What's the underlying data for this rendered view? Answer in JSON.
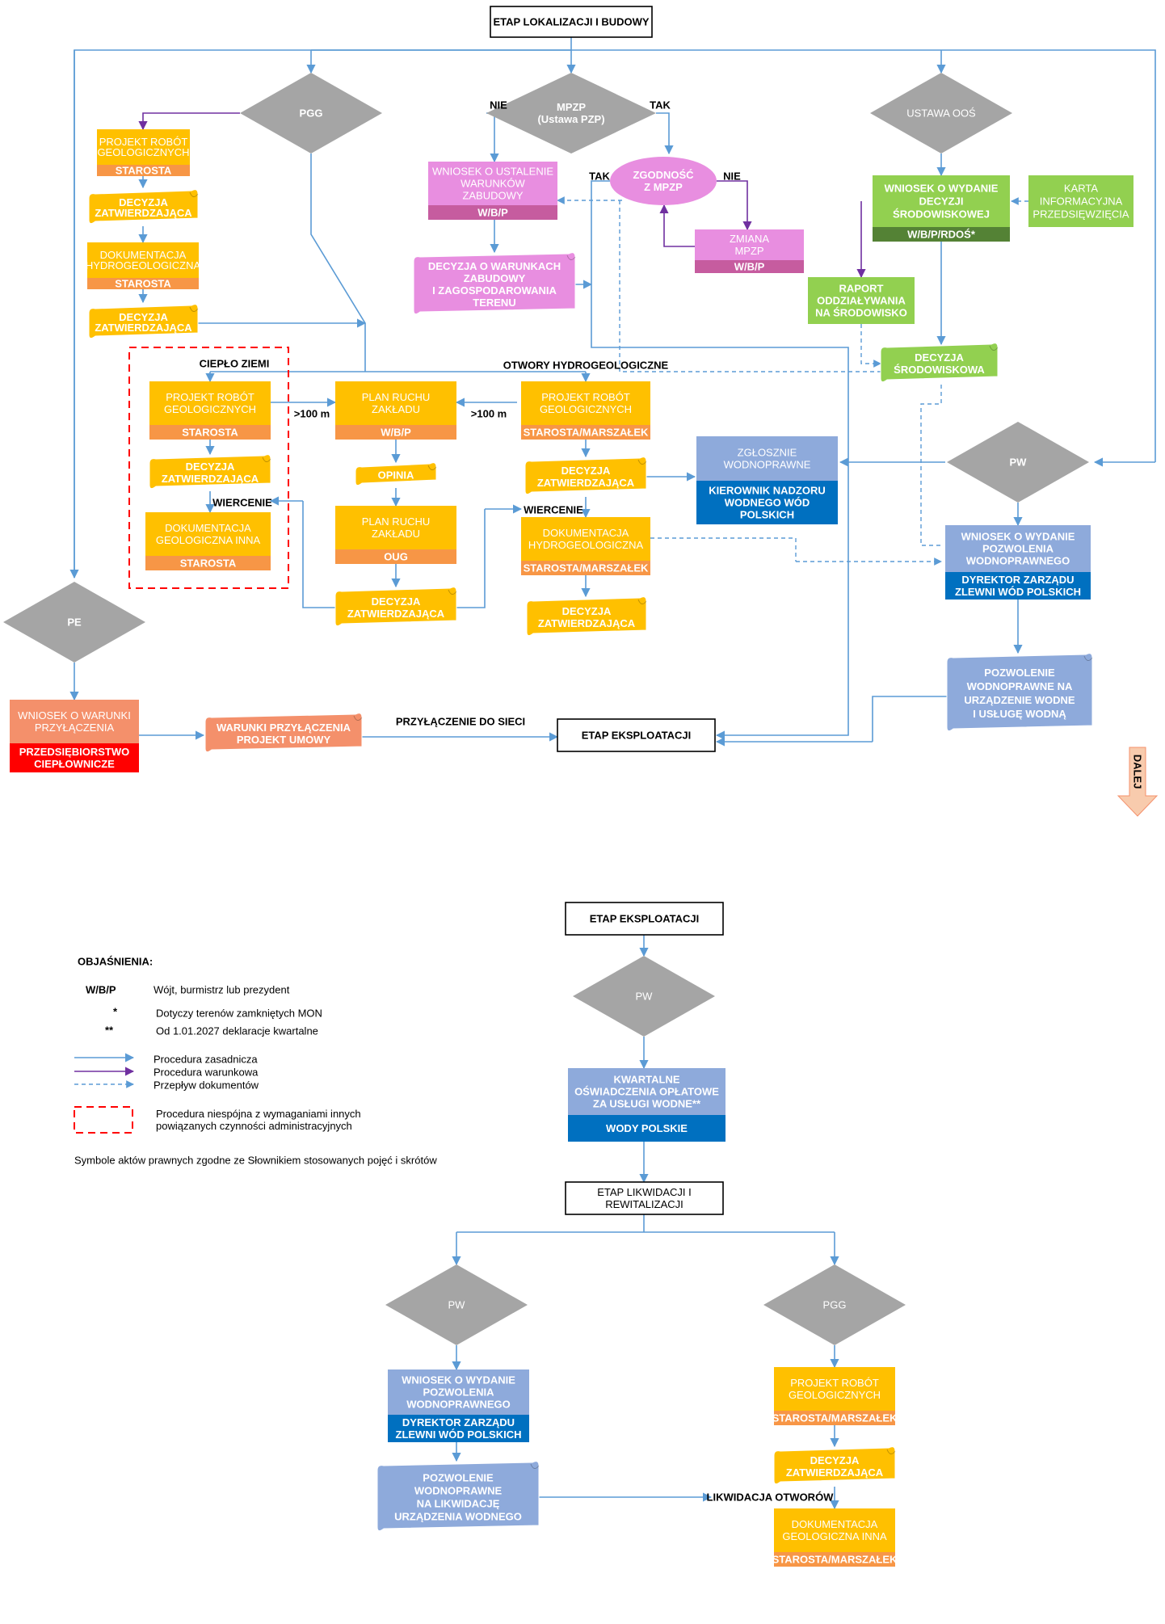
{
  "colors": {
    "yellow": "#ffc000",
    "orange": "#f79646",
    "gray": "#a5a5a5",
    "pink": "#e88ee0",
    "pink_dark": "#c65c9f",
    "green": "#92d050",
    "green_dark": "#548235",
    "blue_light": "#8eaadb",
    "blue_dark": "#0070c0",
    "salmon": "#f4906b",
    "red": "#ff0000",
    "arrow": "#5b9bd5",
    "arrow_cond": "#7030a0"
  },
  "phase1_title": "ETAP LOKALIZACJI I BUDOWY",
  "pgg": {
    "label": "PGG",
    "projekt": "PROJEKT ROBÓT\nGEOLOGICZNYCH",
    "projekt_auth": "STAROSTA",
    "decyzja1": "DECYZJA\nZATWIERDZAJĄCA",
    "dokumentacja": "DOKUMENTACJA\nHYDROGEOLOGICZNA",
    "dokumentacja_auth": "STAROSTA",
    "decyzja2": "DECYZJA\nZATWIERDZAJĄCA"
  },
  "mpzp": {
    "label": "MPZP\n(Ustawa PZP)",
    "nie": "NIE",
    "tak": "TAK",
    "wniosek": "WNIOSEK O USTALENIE\nWARUNKÓW\nZABUDOWY",
    "wniosek_auth": "W/B/P",
    "decyzja": "DECYZJA O WARUNKACH\nZABUDOWY\nI ZAGOSPODAROWANIA\nTERENU",
    "zgodnosc": "ZGODNOŚĆ\nZ MPZP",
    "zg_tak": "TAK",
    "zg_nie": "NIE",
    "zmiana": "ZMIANA\nMPZP",
    "zmiana_auth": "W/B/P"
  },
  "oos": {
    "label": "USTAWA OOŚ",
    "wniosek": "WNIOSEK O WYDANIE\nDECYZJI\nŚRODOWISKOWEJ",
    "wniosek_auth": "W/B/P/RDOŚ*",
    "karta": "KARTA\nINFORMACYJNA\nPRZEDSIĘWZIĘCIA",
    "raport": "RAPORT\nODDZIAŁYWANIA\nNA ŚRODOWISKO",
    "decyzja": "DECYZJA\nŚRODOWISKOWA"
  },
  "cieplo": {
    "label": "CIEPŁO ZIEMI",
    "projekt": "PROJEKT ROBÓT\nGEOLOGICZNYCH",
    "projekt_auth": "STAROSTA",
    "decyzja": "DECYZJA\nZATWIERDZAJĄCA",
    "wiercenie": "WIERCENIE",
    "dokumentacja": "DOKUMENTACJA\nGEOLOGICZNA INNA",
    "dokumentacja_auth": "STAROSTA"
  },
  "ruch": {
    "gt100_left": ">100 m",
    "gt100_right": ">100 m",
    "plan1": "PLAN RUCHU\nZAKŁADU",
    "plan1_auth": "W/B/P",
    "opinia": "OPINIA",
    "plan2": "PLAN RUCHU\nZAKŁADU",
    "plan2_auth": "OUG",
    "decyzja": "DECYZJA\nZATWIERDZAJĄCA"
  },
  "otwory": {
    "label": "OTWORY HYDROGEOLOGICZNE",
    "projekt": "PROJEKT ROBÓT\nGEOLOGICZNYCH",
    "projekt_auth": "STAROSTA/MARSZAŁEK",
    "decyzja": "DECYZJA\nZATWIERDZAJĄCA",
    "wiercenie": "WIERCENIE",
    "dokumentacja": "DOKUMENTACJA\nHYDROGEOLOGICZNA",
    "dokumentacja_auth": "STAROSTA/MARSZAŁEK",
    "decyzja2": "DECYZJA\nZATWIERDZAJĄCA"
  },
  "zgloszenie": {
    "label": "ZGŁOSZNIE\nWODNOPRAWNE",
    "auth": "KIEROWNIK NADZORU\nWODNEGO WÓD\nPOLSKICH"
  },
  "pw": {
    "label": "PW",
    "wniosek": "WNIOSEK O WYDANIE\nPOZWOLENIA\nWODNOPRAWNEGO",
    "wniosek_auth": "DYREKTOR ZARZĄDU\nZLEWNI WÓD POLSKICH",
    "pozwolenie": "POZWOLENIE\nWODNOPRAWNE NA\nURZĄDZENIE WODNE\nI USŁUGĘ WODNĄ"
  },
  "pe": {
    "label": "PE",
    "wniosek": "WNIOSEK O WARUNKI\nPRZYŁĄCZENIA",
    "wniosek_auth": "PRZEDSIĘBIORSTWO\nCIEPŁOWNICZE",
    "warunki": "WARUNKI PRZYŁĄCZENIA\nPROJEKT UMOWY",
    "przylaczenie": "PRZYŁĄCZENIE DO SIECI",
    "eksploatacja": "ETAP EKSPLOATACJI"
  },
  "dalej": "DALEJ",
  "phase2": {
    "title": "ETAP EKSPLOATACJI",
    "pw": "PW",
    "kwartalne": "KWARTALNE\nOŚWIADCZENIA OPŁATOWE\nZA USŁUGI WODNE**",
    "kwartalne_auth": "WODY POLSKIE",
    "likwidacja_title": "ETAP LIKWIDACJI I\nREWITALIZACJI"
  },
  "legend": {
    "title": "OBJAŚNIENIA:",
    "wbp_key": "W/B/P",
    "wbp_text": "Wójt, burmistrz lub prezydent",
    "star_key": "*",
    "star_text": "Dotyczy terenów zamkniętych MON",
    "dstar_key": "**",
    "dstar_text": "Od 1.01.2027  deklaracje kwartalne",
    "line1": "Procedura zasadnicza",
    "line2": "Procedura warunkowa",
    "line3": "Przepływ dokumentów",
    "box_text": "Procedura niespójna z wymaganiami innych\npowiązanych czynności administracyjnych",
    "symbols": "Symbole aktów prawnych zgodne ze Słownikiem stosowanych pojęć i skrótów"
  },
  "phase3": {
    "pw": "PW",
    "pw_wniosek": "WNIOSEK O WYDANIE\nPOZWOLENIA\nWODNOPRAWNEGO",
    "pw_wniosek_auth": "DYREKTOR ZARZĄDU\nZLEWNI WÓD POLSKICH",
    "pw_pozwolenie": "POZWOLENIE\nWODNOPRAWNE\nNA LIKWIDACJĘ\nURZĄDZENIA WODNEGO",
    "likwidacja_otworow": "LIKWIDACJA OTWORÓW",
    "pgg": "PGG",
    "projekt": "PROJEKT ROBÓT\nGEOLOGICZNYCH",
    "projekt_auth": "STAROSTA/MARSZAŁEK",
    "decyzja": "DECYZJA\nZATWIERDZAJĄCA",
    "dokumentacja": "DOKUMENTACJA\nGEOLOGICZNA INNA",
    "dokumentacja_auth": "STAROSTA/MARSZAŁEK"
  }
}
